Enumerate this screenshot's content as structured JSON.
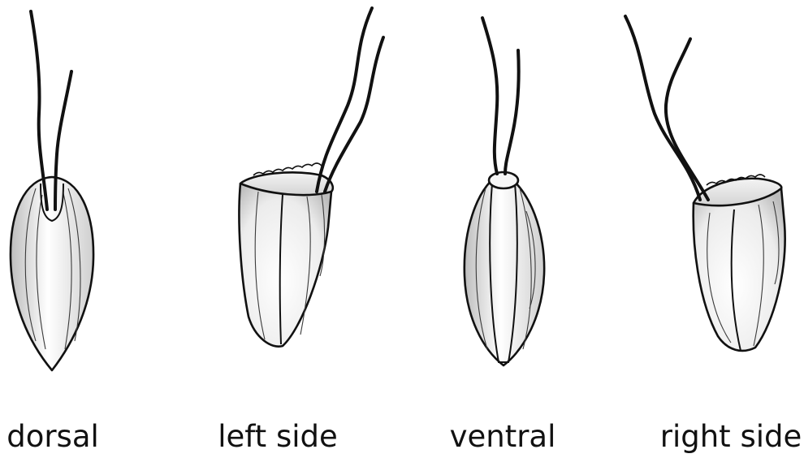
{
  "figure": {
    "views": [
      {
        "id": "dorsal",
        "label": "dorsal"
      },
      {
        "id": "left-side",
        "label": "left side"
      },
      {
        "id": "ventral",
        "label": "ventral"
      },
      {
        "id": "right-side",
        "label": "right side"
      }
    ],
    "colors": {
      "outline": "#111111",
      "body_light": "#ffffff",
      "body_shade": "#c8c8c8",
      "background": "#ffffff"
    }
  }
}
